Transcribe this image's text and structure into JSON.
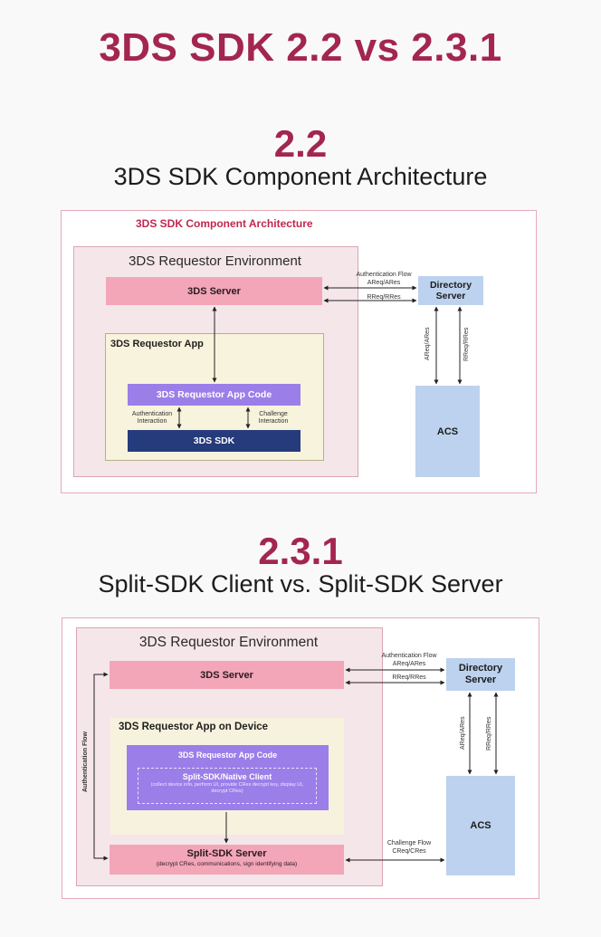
{
  "title": "3DS SDK 2.2 vs 2.3.1",
  "section1": {
    "version": "2.2",
    "subtitle": "3DS SDK Component Architecture",
    "diagram_title": "3DS SDK Component Architecture",
    "env_label": "3DS Requestor Environment",
    "server": "3DS Server",
    "directory_server": "Directory Server",
    "acs": "ACS",
    "app_label": "3DS Requestor App",
    "app_code": "3DS Requestor App Code",
    "sdk": "3DS SDK",
    "auth_flow": "Authentication Flow",
    "areq_ares": "AReq/ARes",
    "rreq_rres": "RReq/RRes",
    "auth_interaction": "Authentication Interaction",
    "challenge_interaction": "Challenge Interaction",
    "v_areq": "AReq/ARes",
    "v_rreq": "RReq/RRes"
  },
  "section2": {
    "version": "2.3.1",
    "subtitle": "Split-SDK Client vs. Split-SDK Server",
    "env_label": "3DS Requestor Environment",
    "server": "3DS Server",
    "directory_server": "Directory Server",
    "acs": "ACS",
    "app_label": "3DS Requestor App on Device",
    "app_code": "3DS Requestor App Code",
    "native_client": "Split-SDK/Native Client",
    "native_client_desc": "(collect device info, perform UI, provide CRes decrypt key, display UI, decrypt CRes)",
    "split_server": "Split-SDK Server",
    "split_server_desc": "(decrypt CRes, communications, sign identifying data)",
    "auth_flow_vertical": "Authentication Flow",
    "auth_flow": "Authentication Flow",
    "areq_ares": "AReq/ARes",
    "rreq_rres": "RReq/RRes",
    "challenge_flow": "Challenge Flow",
    "creq_cres": "CReq/CRes",
    "v_areq": "AReq/ARes",
    "v_rreq": "RReq/RRes"
  },
  "colors": {
    "accent": "#a3264f",
    "pink": "#f2a6b7",
    "purple": "#9b7ee8",
    "navy": "#253b7c",
    "light_blue": "#bcd2ee"
  }
}
